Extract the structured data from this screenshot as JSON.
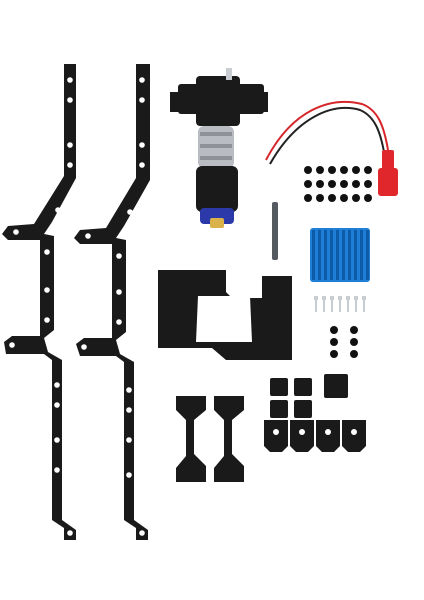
{
  "colors": {
    "background": "#ffffff",
    "carbon_part": "#1a1a1a",
    "hole": "#ffffff",
    "heatsink": "#1f7fd6",
    "heatsink_shade": "#0c5aa8",
    "motor_can": "#b9bcc2",
    "motor_blue": "#2b3aa8",
    "wire_red": "#d6262a",
    "wire_black": "#222222",
    "connector_red": "#e0282c",
    "screw_black": "#111111",
    "screw_silver": "#c9ccd1",
    "rod": "#555a60"
  },
  "parts": [
    "chassis-rail-left",
    "chassis-rail-right",
    "gearbox-motor",
    "motor-wires",
    "red-connector",
    "steel-pin",
    "heatsink",
    "skid-plate",
    "black-screws",
    "silver-screws",
    "shock-mounts",
    "square-spacers",
    "link-mounts"
  ]
}
